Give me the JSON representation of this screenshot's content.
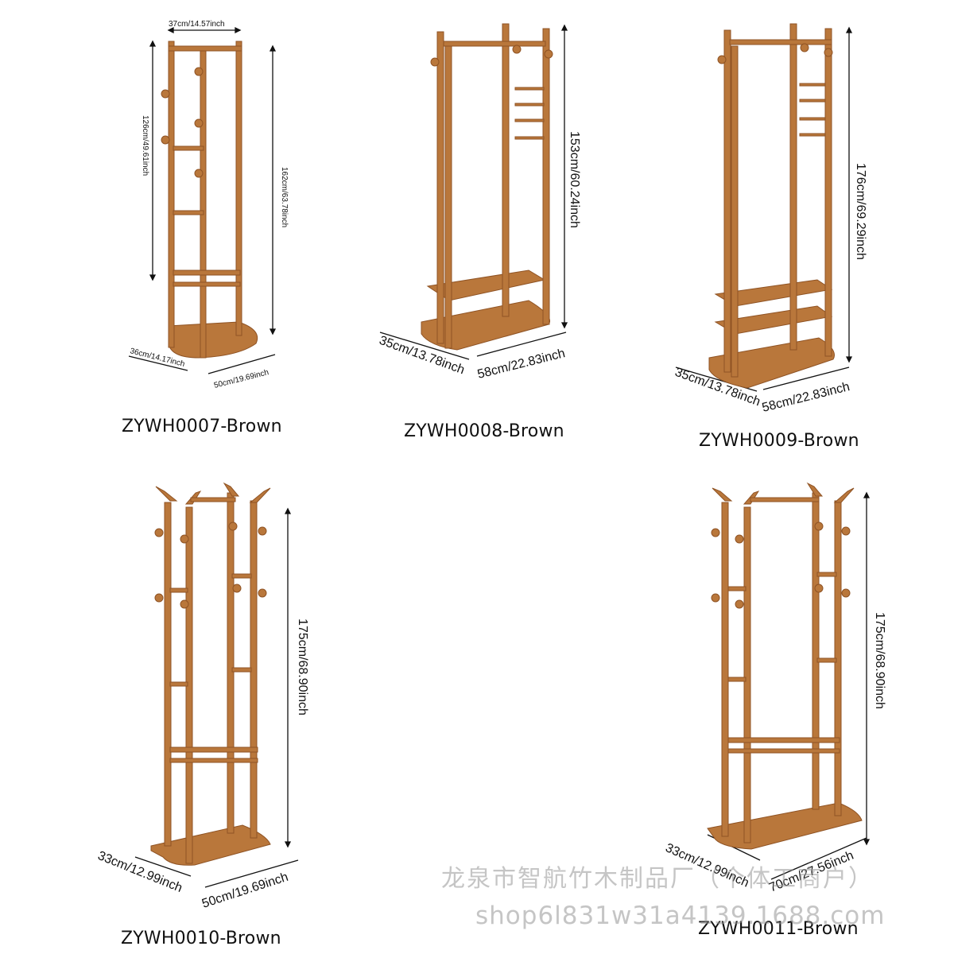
{
  "colors": {
    "wood": "#b9773b",
    "wood_dark": "#8f5324",
    "wood_light": "#d39556",
    "line": "#111111",
    "watermark": "#9a9a9a"
  },
  "products": [
    {
      "model": "ZYWH0007-Brown",
      "dims": {
        "top_width": "37cm/14.57inch",
        "hook_height": "126cm/49.61inch",
        "height": "162cm/63.78inch",
        "depth": "36cm/14.17inch",
        "width": "50cm/19.69inch"
      }
    },
    {
      "model": "ZYWH0008-Brown",
      "dims": {
        "height": "153cm/60.24inch",
        "depth": "35cm/13.78inch",
        "width": "58cm/22.83inch"
      }
    },
    {
      "model": "ZYWH0009-Brown",
      "dims": {
        "height": "176cm/69.29inch",
        "depth": "35cm/13.78inch",
        "width": "58cm/22.83inch"
      }
    },
    {
      "model": "ZYWH0010-Brown",
      "dims": {
        "height": "175cm/68.90inch",
        "depth": "33cm/12.99inch",
        "width": "50cm/19.69inch"
      }
    },
    {
      "model": "ZYWH0011-Brown",
      "dims": {
        "height": "175cm/68.90inch",
        "depth": "33cm/12.99inch",
        "width": "70cm/27.56inch"
      }
    }
  ],
  "watermark": {
    "line1": "龙泉市智航竹木制品厂（个体工商户）",
    "line2": "shop6l831w31a4139.1688.com"
  }
}
